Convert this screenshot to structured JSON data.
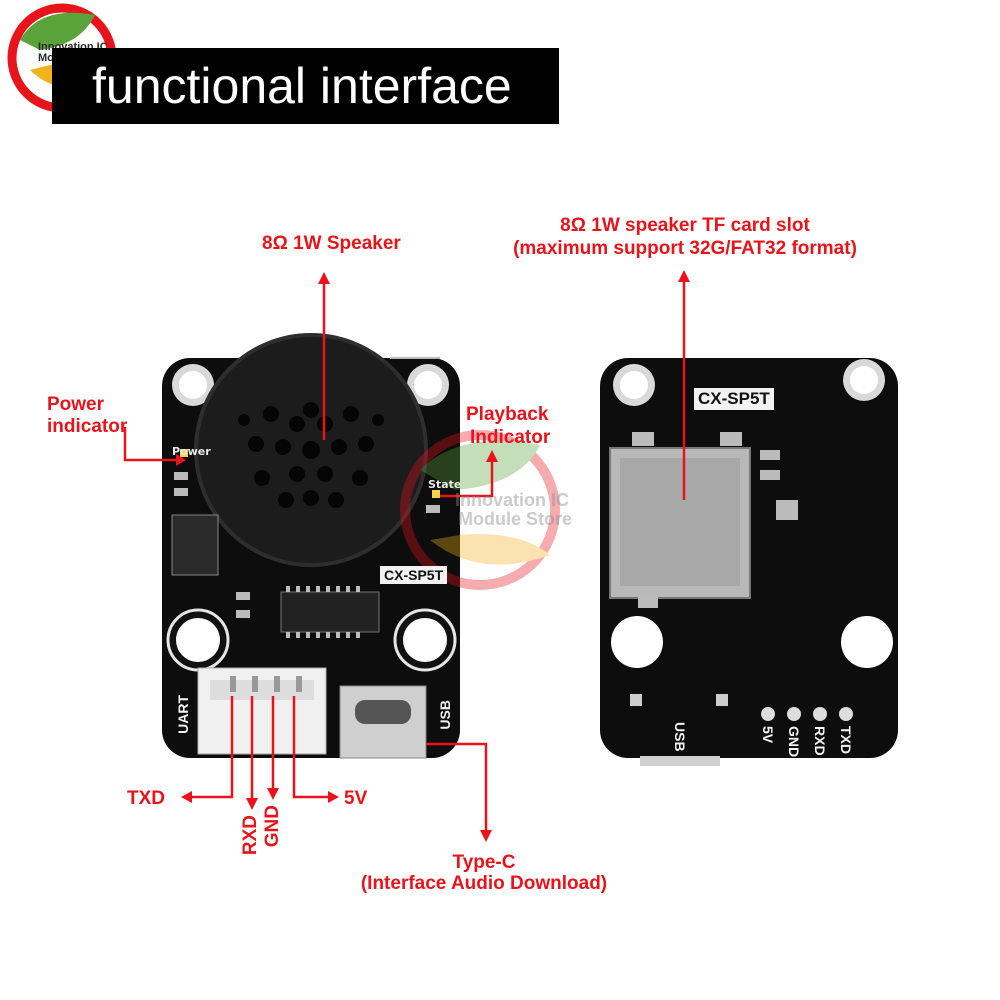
{
  "brand": {
    "logo_text": "Innovation IC Module Store",
    "watermark_line1": "Innovation IC",
    "watermark_line2": "Module Store"
  },
  "title": "functional interface",
  "labels": {
    "speaker": "8Ω 1W Speaker",
    "power_indicator_1": "Power",
    "power_indicator_2": "indicator",
    "playback_indicator_1": "Playback",
    "playback_indicator_2": "Indicator",
    "tf_slot_1": "8Ω 1W speaker TF card slot",
    "tf_slot_2": "(maximum support 32G/FAT32 format)",
    "txd": "TXD",
    "rxd": "RXD",
    "gnd": "GND",
    "v5": "5V",
    "typec_1": "Type-C",
    "typec_2": "(Interface Audio Download)"
  },
  "board_front": {
    "model": "CX-SP5T",
    "power_silk": "Power",
    "state_silk": "State",
    "uart_silk": "UART",
    "usb_silk": "USB"
  },
  "board_back": {
    "model": "CX-SP5T",
    "usb_silk": "USB",
    "pin_5v": "5V",
    "pin_gnd": "GND",
    "pin_rxd": "RXD",
    "pin_txd": "TXD"
  },
  "colors": {
    "accent": "#e8141b",
    "pcb": "#111111",
    "title_bg": "#000000"
  }
}
